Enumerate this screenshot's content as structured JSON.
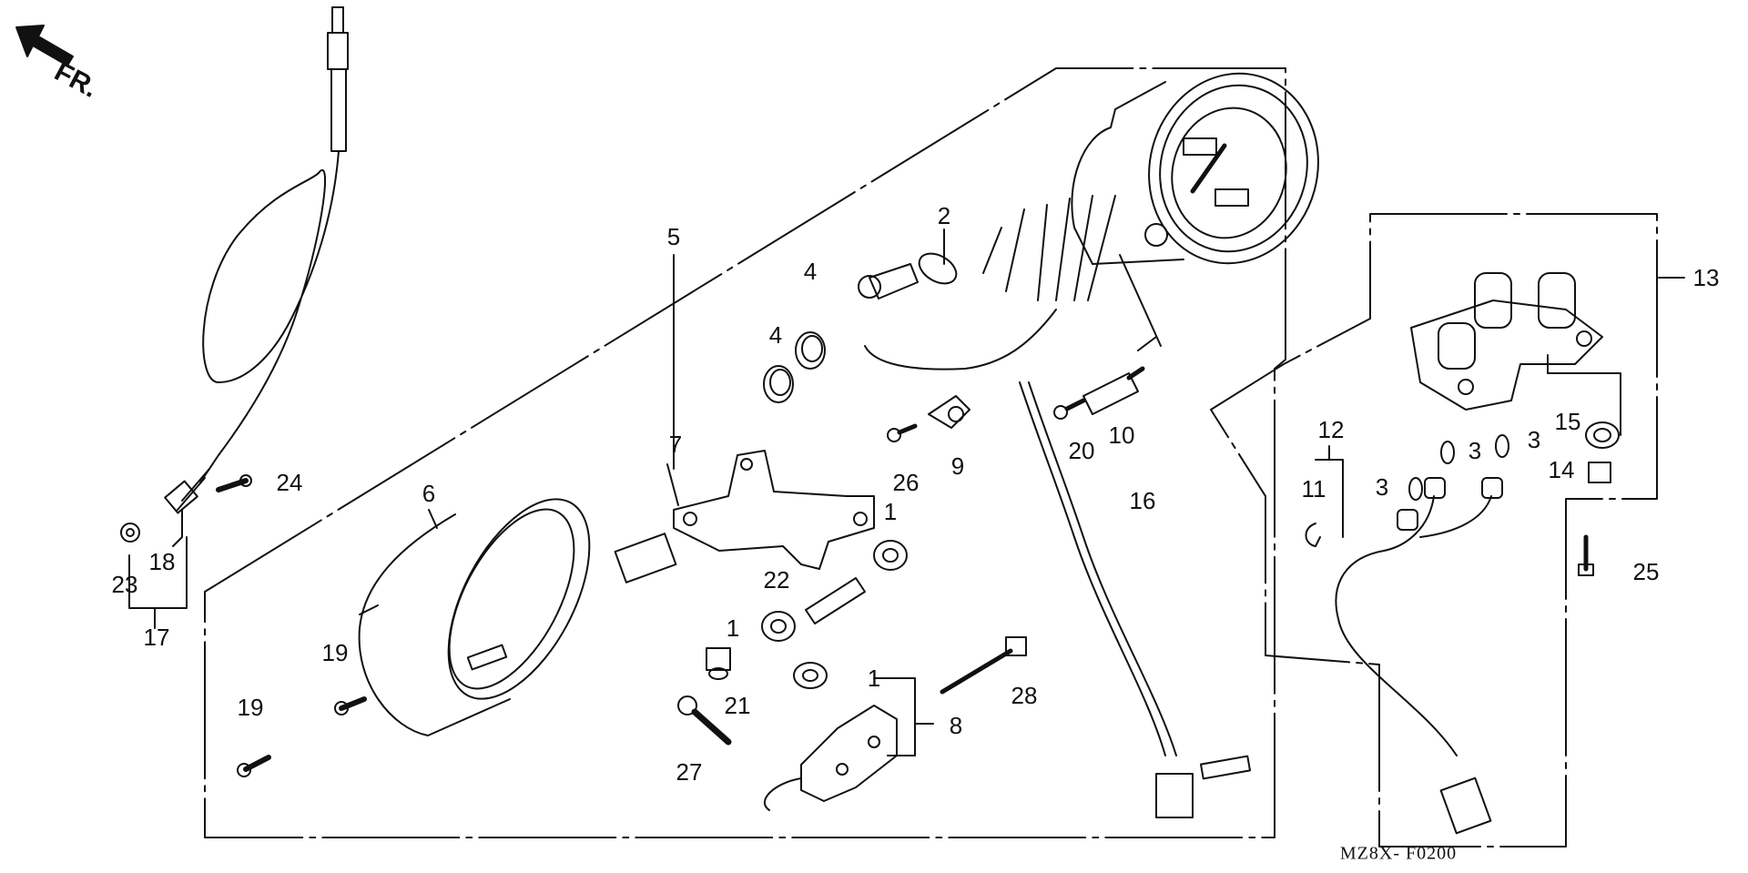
{
  "diagram": {
    "code": "MZ8X- F0200",
    "direction_label": "FR.",
    "part_numbers": [
      "1",
      "1",
      "1",
      "2",
      "3",
      "3",
      "3",
      "4",
      "4",
      "5",
      "6",
      "7",
      "8",
      "9",
      "10",
      "11",
      "12",
      "13",
      "14",
      "15",
      "16",
      "17",
      "18",
      "19",
      "19",
      "20",
      "21",
      "22",
      "23",
      "24",
      "25",
      "26",
      "27",
      "28"
    ]
  },
  "colors": {
    "line": "#111111",
    "background": "#ffffff"
  },
  "icons": {
    "direction": "front-arrow-icon"
  }
}
